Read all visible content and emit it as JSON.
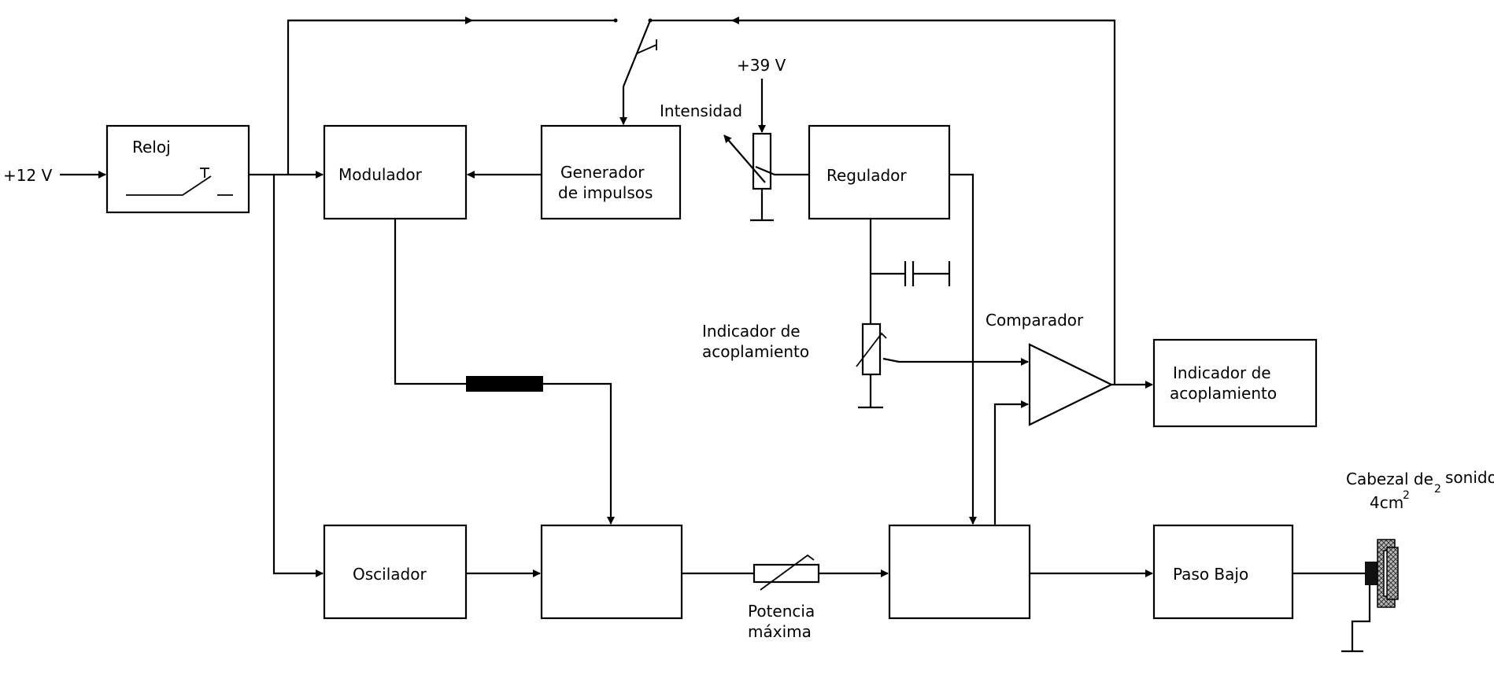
{
  "blocks": {
    "reloj": "Reloj",
    "modulador": "Modulador",
    "generador_1": "Generador",
    "generador_2": "de impulsos",
    "regulador": "Regulador",
    "oscilador": "Oscilador",
    "paso_bajo": "Paso Bajo",
    "indicador_block_1": "Indicador de",
    "indicador_block_2": "acoplamiento"
  },
  "labels": {
    "supply_12v": "+12 V",
    "supply_39v": "+39 V",
    "intensidad": "Intensidad",
    "comparador": "Comparador",
    "indicador_pot_1": "Indicador de",
    "indicador_pot_2": "acoplamiento",
    "potencia_1": "Potencia",
    "potencia_2": "máxima",
    "cabezal_1": "Cabezal de",
    "cabezal_sub": "2",
    "cabezal_2": "sonido",
    "cabezal_3": "4cm",
    "cabezal_sup": "2"
  },
  "colors": {
    "ink": "#000000",
    "background": "#ffffff"
  }
}
